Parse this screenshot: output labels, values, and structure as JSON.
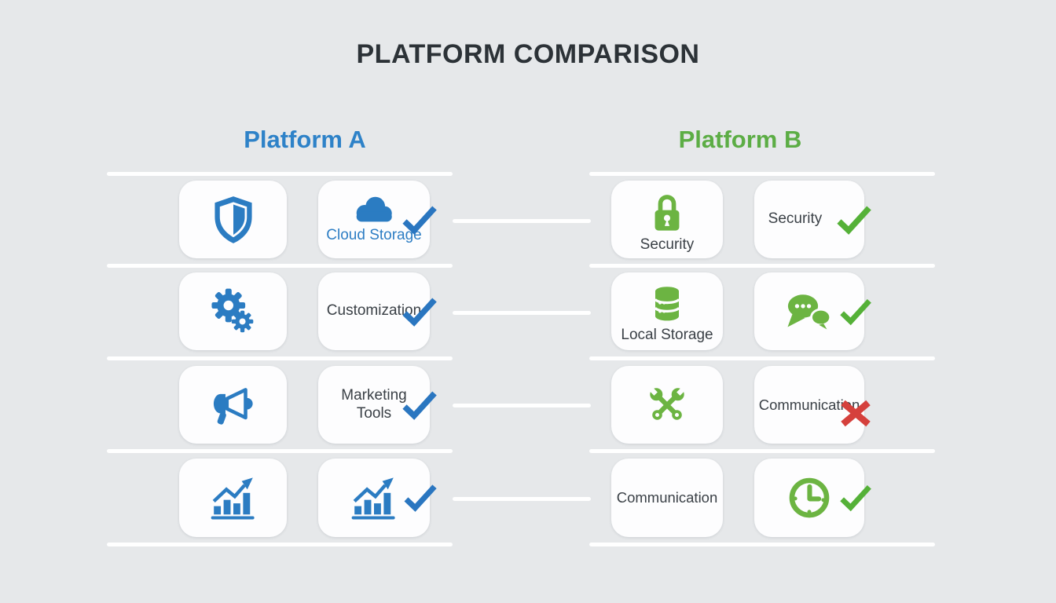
{
  "title": "PLATFORM COMPARISON",
  "colors": {
    "background": "#e6e8ea",
    "card": "#fdfdfe",
    "platform_a_accent": "#2e82c8",
    "platform_b_accent": "#5cad45",
    "icon_blue": "#2b7cc2",
    "icon_green": "#6cb442",
    "check_blue": "#2a76c0",
    "check_green": "#55b138",
    "cross_red": "#d5403c",
    "text_dark": "#3a4046",
    "title_color": "#2c3237",
    "divider": "#ffffff"
  },
  "platform_a": {
    "name": "Platform A",
    "rows": [
      {
        "icon_card": {
          "icon": "shield-icon",
          "label": ""
        },
        "feature_card": {
          "icon": "cloud-icon",
          "label": "Cloud Storage",
          "status": "check",
          "included": true
        }
      },
      {
        "icon_card": {
          "icon": "gears-icon",
          "label": ""
        },
        "feature_card": {
          "icon": "",
          "label": "Customization",
          "status": "check",
          "included": true
        }
      },
      {
        "icon_card": {
          "icon": "megaphone-icon",
          "label": ""
        },
        "feature_card": {
          "icon": "",
          "label": "Marketing Tools",
          "status": "check",
          "included": true
        }
      },
      {
        "icon_card": {
          "icon": "bar-chart-icon",
          "label": ""
        },
        "feature_card": {
          "icon": "bar-chart-icon",
          "label": "",
          "status": "check",
          "included": true
        }
      }
    ]
  },
  "platform_b": {
    "name": "Platform B",
    "rows": [
      {
        "icon_card": {
          "icon": "padlock-icon",
          "label": "Security"
        },
        "feature_card": {
          "icon": "",
          "label": "Security",
          "status": "check",
          "included": true
        }
      },
      {
        "icon_card": {
          "icon": "database-icon",
          "label": "Local Storage"
        },
        "feature_card": {
          "icon": "chat-bubbles-icon",
          "label": "",
          "status": "check",
          "included": true
        }
      },
      {
        "icon_card": {
          "icon": "wrenches-icon",
          "label": ""
        },
        "feature_card": {
          "icon": "",
          "label": "Communication",
          "status": "cross",
          "included": false
        }
      },
      {
        "icon_card": {
          "icon": "",
          "label": "Communication"
        },
        "feature_card": {
          "icon": "clock-icon",
          "label": "",
          "status": "check",
          "included": true
        }
      }
    ]
  }
}
